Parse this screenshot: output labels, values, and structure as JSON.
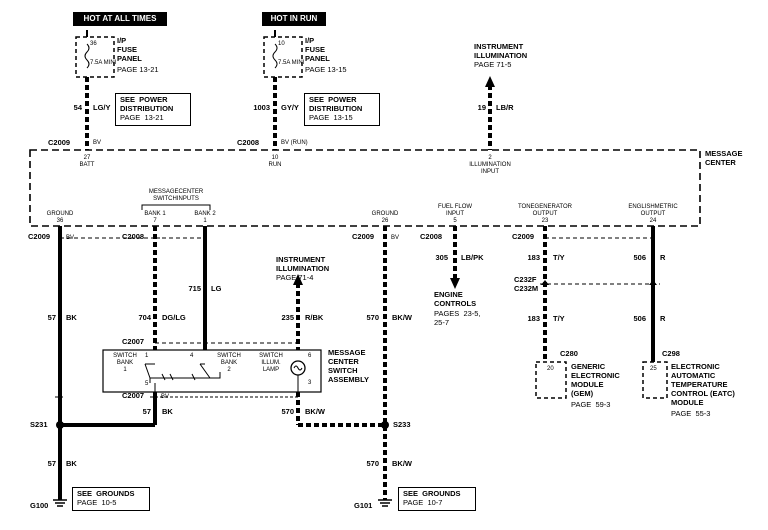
{
  "header_left": {
    "label": "HOT AT ALL TIMES",
    "fuse_top": "36",
    "fuse_bottom": "7.5A MINI",
    "fuse_panel_1": "I/P",
    "fuse_panel_2": "FUSE",
    "fuse_panel_3": "PANEL",
    "fuse_page": "PAGE 13-21"
  },
  "header_mid": {
    "label": "HOT IN RUN",
    "fuse_top": "10",
    "fuse_bottom": "7.5A MINI",
    "fuse_panel_1": "I/P",
    "fuse_panel_2": "FUSE",
    "fuse_panel_3": "PANEL",
    "fuse_page": "PAGE 13-15"
  },
  "illum_top": {
    "line1": "INSTRUMENT",
    "line2": "ILLUMINATION",
    "page": "PAGE 71-5",
    "wire_num": "19",
    "wire_color": "LB/R"
  },
  "see_power_left": {
    "l1": "SEE  POWER",
    "l2": "DISTRIBUTION",
    "l3": "PAGE  13-21"
  },
  "see_power_mid": {
    "l1": "SEE  POWER",
    "l2": "DISTRIBUTION",
    "l3": "PAGE  13-15"
  },
  "wire_54": {
    "num": "54",
    "color": "LG/Y"
  },
  "wire_1003": {
    "num": "1003",
    "color": "GY/Y"
  },
  "conn_top_left": {
    "id": "C2009",
    "sig": "BV"
  },
  "conn_top_mid": {
    "id": "C2008",
    "sig": "BV (RUN)"
  },
  "message_center": {
    "l1": "MESSAGE",
    "l2": "CENTER"
  },
  "pins_top": [
    {
      "num": "27",
      "name": "BATT"
    },
    {
      "num": "10",
      "name": "RUN"
    },
    {
      "num": "2",
      "name": "ILLUMINATION",
      "name2": "INPUT"
    }
  ],
  "switch_inputs": {
    "l1": "MESSAGECENTER",
    "l2": "SWITCHINPUTS"
  },
  "pins_bottom": [
    {
      "name": "GROUND",
      "num": "36"
    },
    {
      "name": "BANK 1",
      "num": "7"
    },
    {
      "name": "BANK 2",
      "num": "1"
    },
    {
      "name": "GROUND",
      "num": "26"
    },
    {
      "name": "FUEL FLOW",
      "name2": "INPUT",
      "num": "5"
    },
    {
      "name": "TONEGENERATOR",
      "name2": "OUTPUT",
      "num": "23"
    },
    {
      "name": "ENGLISHMETRIC",
      "name2": "OUTPUT",
      "num": "24"
    }
  ],
  "conns_mid": [
    {
      "id": "C2009",
      "sig": "BV"
    },
    {
      "id": "C2008",
      "sig": ""
    },
    {
      "id": "C2009",
      "sig": "BV"
    },
    {
      "id": "C2008",
      "sig": ""
    },
    {
      "id": "C2009",
      "sig": ""
    }
  ],
  "wires": {
    "w57a": {
      "num": "57",
      "color": "BK"
    },
    "w704": {
      "num": "704",
      "color": "DG/LG"
    },
    "w715": {
      "num": "715",
      "color": "LG"
    },
    "w235": {
      "num": "235",
      "color": "R/BK"
    },
    "w570a": {
      "num": "570",
      "color": "BK/W"
    },
    "w305": {
      "num": "305",
      "color": "LB/PK"
    },
    "w183a": {
      "num": "183",
      "color": "T/Y"
    },
    "w506a": {
      "num": "506",
      "color": "R"
    },
    "w183b": {
      "num": "183",
      "color": "T/Y"
    },
    "w506b": {
      "num": "506",
      "color": "R"
    },
    "w57b": {
      "num": "57",
      "color": "BK"
    },
    "w570b": {
      "num": "570",
      "color": "BK/W"
    },
    "w57c": {
      "num": "57",
      "color": "BK"
    },
    "w570c": {
      "num": "570",
      "color": "BK/W"
    }
  },
  "illum_mid": {
    "line1": "INSTRUMENT",
    "line2": "ILLUMINATION",
    "page": "PAGE 71-4"
  },
  "engine": {
    "l1": "ENGINE",
    "l2": "CONTROLS",
    "l3": "PAGES  23-5,",
    "l4": "25-7"
  },
  "c232": {
    "f": "C232F",
    "m": "C232M"
  },
  "c2007_top": "C2007",
  "c2007_bot": {
    "id": "C2007",
    "sig": "BV"
  },
  "switch_assy": {
    "bank1_l1": "SWITCH",
    "bank1_l2": "BANK",
    "bank1_l3": "1",
    "bank2_l1": "SWITCH",
    "bank2_l2": "BANK",
    "bank2_l3": "2",
    "lamp_l1": "SWITCH",
    "lamp_l2": "ILLUM.",
    "lamp_l3": "LAMP",
    "p1": "1",
    "p4": "4",
    "p6": "6",
    "p5": "5",
    "p3": "3",
    "name1": "MESSAGE",
    "name2": "CENTER",
    "name3": "SWITCH",
    "name4": "ASSEMBLY"
  },
  "gem": {
    "conn": "C280",
    "pin": "20",
    "l1": "GENERIC",
    "l2": "ELECTRONIC",
    "l3": "MODULE",
    "l4": "(GEM)",
    "page": "PAGE  59-3"
  },
  "eatc": {
    "conn": "C298",
    "pin": "25",
    "l1": "ELECTRONIC",
    "l2": "AUTOMATIC",
    "l3": "TEMPERATURE",
    "l4": "CONTROL (EATC)",
    "l5": "MODULE",
    "page": "PAGE  55-3"
  },
  "splices": {
    "s231": "S231",
    "s233": "S233"
  },
  "grounds": {
    "g100": {
      "id": "G100",
      "l1": "SEE  GROUNDS",
      "l2": "PAGE  10-5"
    },
    "g101": {
      "id": "G101",
      "l1": "SEE  GROUNDS",
      "l2": "PAGE  10-7"
    }
  }
}
